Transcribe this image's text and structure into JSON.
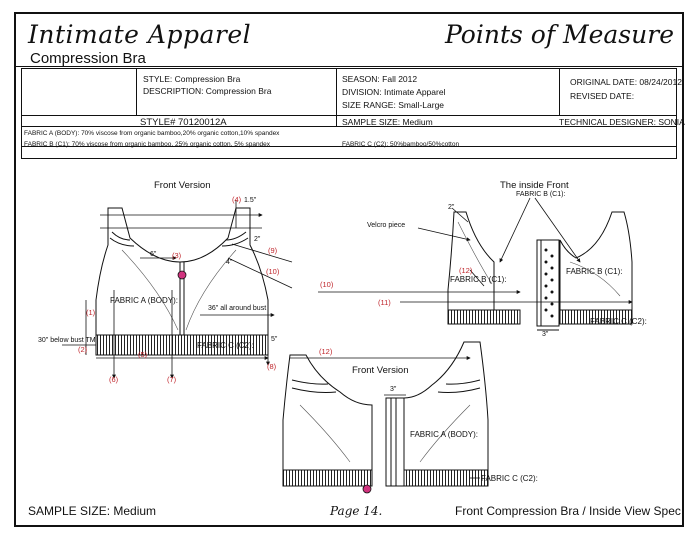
{
  "header": {
    "left_title": "Intimate Apparel",
    "right_title": "Points of Measure",
    "subtitle": "Compression Bra"
  },
  "spec": {
    "style": "STYLE: Compression Bra",
    "description": "DESCRIPTION: Compression Bra",
    "season": "SEASON: Fall 2012",
    "division": "DIVISION: Intimate Apparel",
    "size_range": "SIZE RANGE: Small-Large",
    "original_date": "ORIGINAL DATE: 08/24/2012",
    "revised_date": "REVISED DATE:",
    "style_number": "STYLE# 70120012A",
    "sample_size": "SAMPLE SIZE: Medium",
    "technical_designer": "TECHNICAL DESIGNER: SONIA",
    "fabric_a": "FABRIC A (BODY): 70% viscose from organic bamboo,20% organic cotton,10% spandex",
    "fabric_b": "FABRIC B (C1): 70% viscose from organic bamboo, 25% organic cotton, 5% spandex",
    "fabric_c": "FABRIC C (C2): 50%bamboo/50%cotton"
  },
  "diagram_front_left": {
    "title": "Front Version",
    "fabric_a": "FABRIC A (BODY):",
    "fabric_c": "FABRIC C (C2):",
    "note_around_bust": "36\" all around bust",
    "note_below_bust": "30\" below bust TM",
    "dim_1_5": "1.5\"",
    "dim_2": "2\"",
    "dim_4": "4\"",
    "dim_6": "6\"",
    "dim_5": "5\"",
    "points": [
      "(1)",
      "(2)",
      "(3)",
      "(4)",
      "(5)",
      "(6)",
      "(7)",
      "(8)",
      "(9)",
      "(10)"
    ]
  },
  "diagram_inside": {
    "title": "The inside Front",
    "fabric_b_top": "FABRIC B (C1):",
    "velcro": "Velcro piece",
    "fabric_b_left": "FABRIC B (C1):",
    "fabric_b_right": "FABRIC B (C1):",
    "fabric_c": "FABRIC C (C2):",
    "dim_2": "2\"",
    "dim_3": "3\"",
    "points": [
      "(10)",
      "(11)",
      "(12)"
    ]
  },
  "diagram_front_bottom": {
    "title": "Front Version",
    "fabric_a": "FABRIC A (BODY):",
    "fabric_c": "FABRIC C (C2):",
    "dim_3": "3\"",
    "point": "(12)"
  },
  "footer": {
    "sample_size": "SAMPLE SIZE: Medium",
    "page": "Page 14.",
    "caption": "Front Compression Bra / Inside View Spec"
  }
}
